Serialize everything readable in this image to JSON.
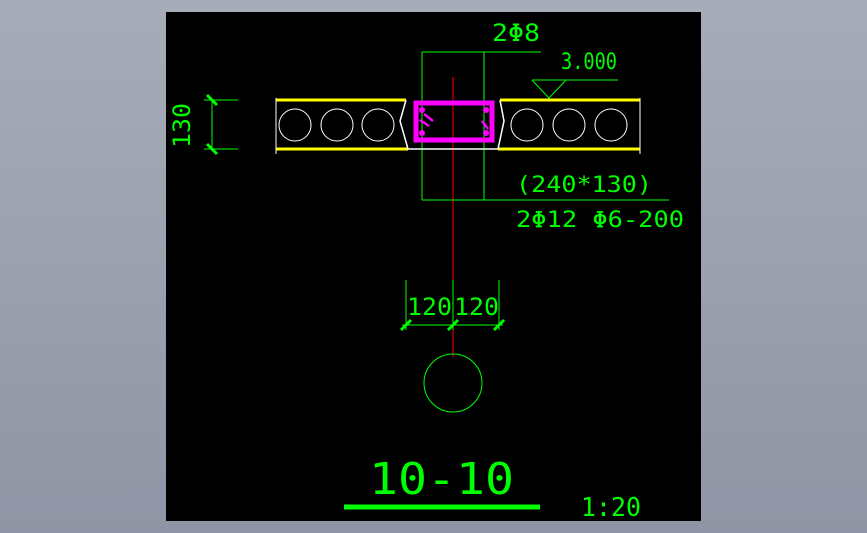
{
  "drawing": {
    "rebar_top": "2Φ8",
    "elevation": "3.000",
    "dim_height": "130",
    "beam_size": "(240*130)",
    "rebar_spec": "2Φ12 Φ6-200",
    "dim_left": "120",
    "dim_right": "120",
    "section_title": "10-10",
    "scale": "1:20"
  },
  "colors": {
    "background": "#000000",
    "dimension": "#00ff00",
    "slab": "#ffff00",
    "beam": "#ff00ff",
    "centerline": "#ff0000",
    "hollow": "#ffffff"
  }
}
